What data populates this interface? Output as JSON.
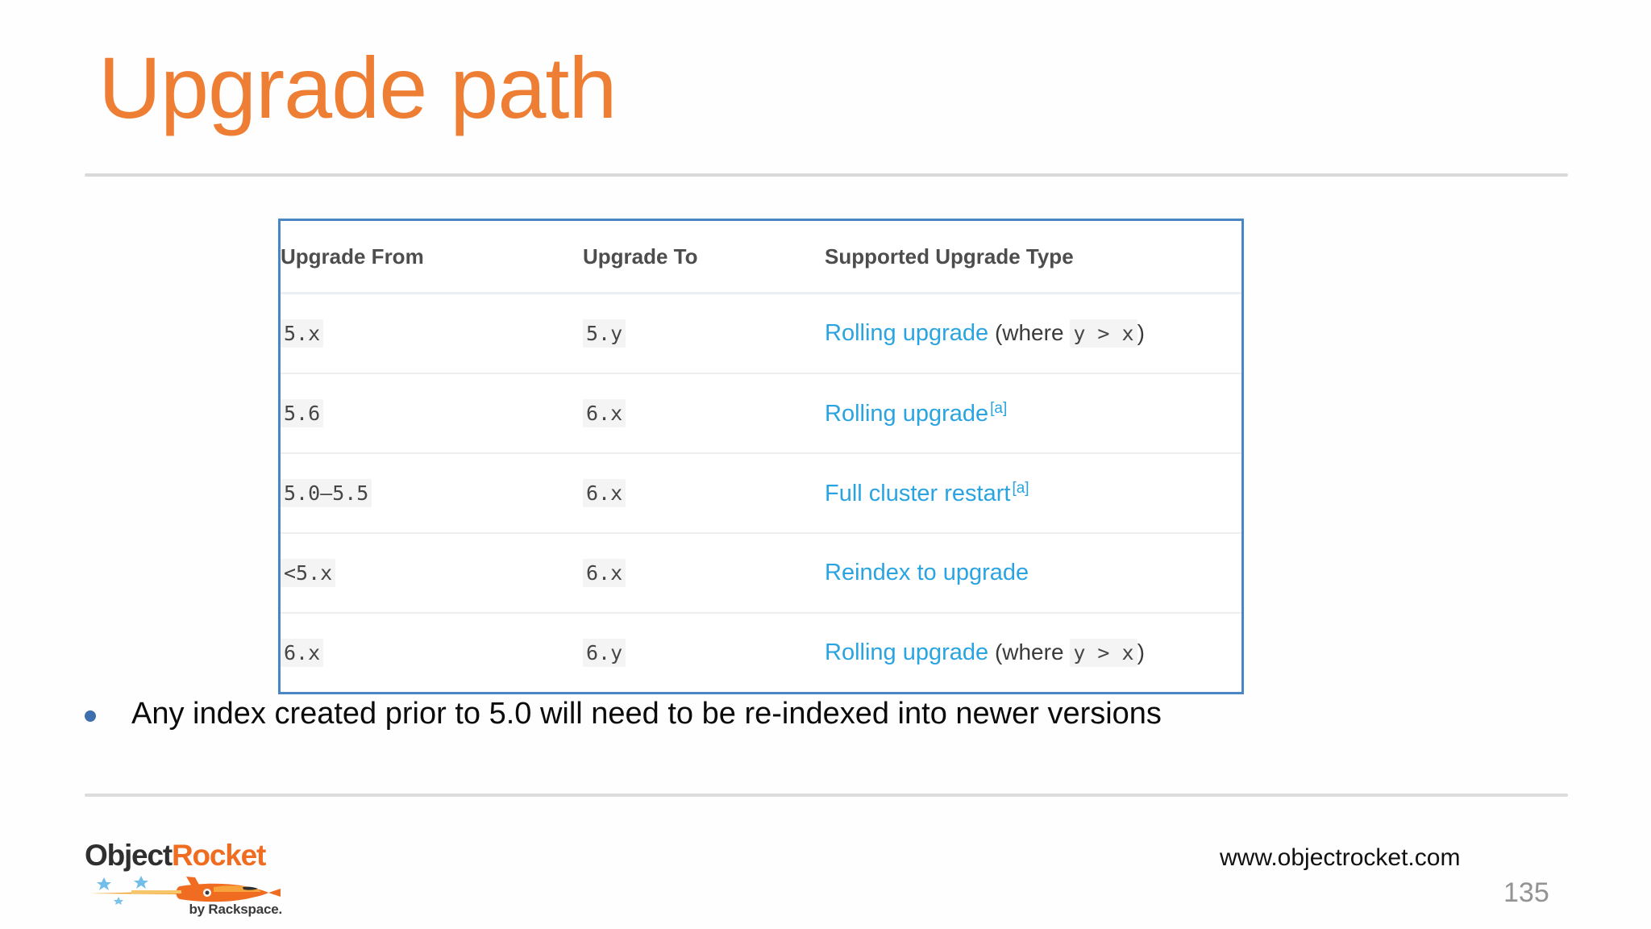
{
  "slide": {
    "title": "Upgrade path",
    "accent_color": "#ee7e34",
    "link_color": "#2aa4e0",
    "table_border_color": "#4a86c5"
  },
  "table": {
    "headers": [
      "Upgrade From",
      "Upgrade To",
      "Supported Upgrade Type"
    ],
    "rows": [
      {
        "from": "5.x",
        "to": "5.y",
        "type_link": "Rolling upgrade",
        "type_suffix_pre": "(where",
        "type_code": "y > x",
        "type_suffix_post": ")",
        "footnote": ""
      },
      {
        "from": "5.6",
        "to": "6.x",
        "type_link": "Rolling upgrade",
        "type_suffix_pre": "",
        "type_code": "",
        "type_suffix_post": "",
        "footnote": "[a]"
      },
      {
        "from": "5.0–5.5",
        "to": "6.x",
        "type_link": "Full cluster restart",
        "type_suffix_pre": "",
        "type_code": "",
        "type_suffix_post": "",
        "footnote": "[a]"
      },
      {
        "from": "<5.x",
        "to": "6.x",
        "type_link": "Reindex to upgrade",
        "type_suffix_pre": "",
        "type_code": "",
        "type_suffix_post": "",
        "footnote": ""
      },
      {
        "from": "6.x",
        "to": "6.y",
        "type_link": "Rolling upgrade",
        "type_suffix_pre": "(where",
        "type_code": "y > x",
        "type_suffix_post": ")",
        "footnote": ""
      }
    ]
  },
  "bullets": [
    "Any index created prior to 5.0 will need to be re-indexed into newer versions"
  ],
  "footer": {
    "logo_primary": "Object",
    "logo_secondary": "Rocket",
    "logo_tagline": "by Rackspace.",
    "url": "www.objectrocket.com",
    "page_number": "135"
  }
}
